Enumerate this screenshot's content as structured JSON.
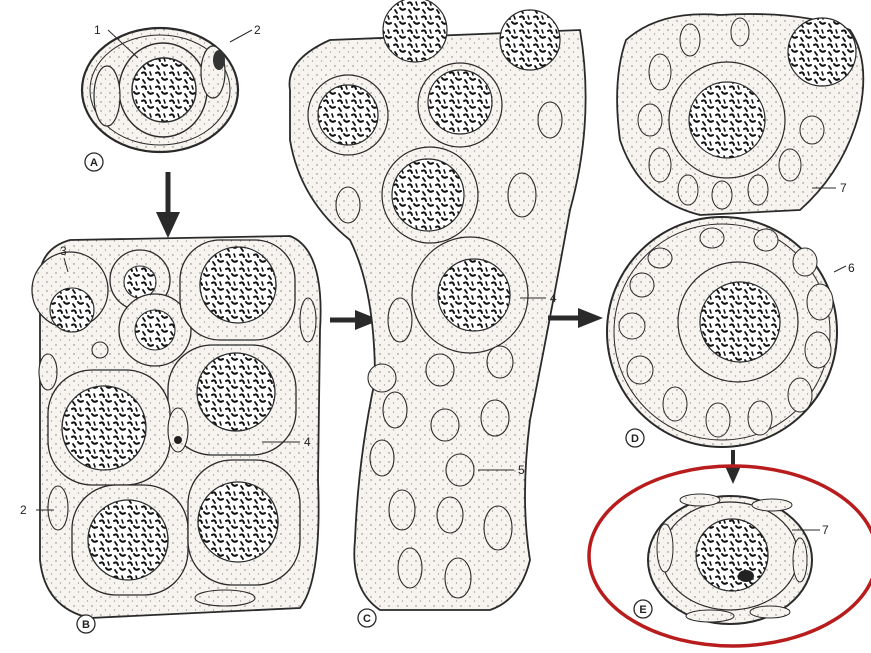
{
  "panels": {
    "A": "A",
    "B": "B",
    "C": "C",
    "D": "D",
    "E": "E"
  },
  "numbers": {
    "n1": "1",
    "n2": "2",
    "n3": "3",
    "n4": "4",
    "n5": "5",
    "n6": "6",
    "n7": "7"
  },
  "colors": {
    "ink": "#2a2a2a",
    "cytoplasm": "#f6f3ee",
    "chromatin": "#1a1a1a",
    "highlight_ring": "#b81c1c"
  }
}
